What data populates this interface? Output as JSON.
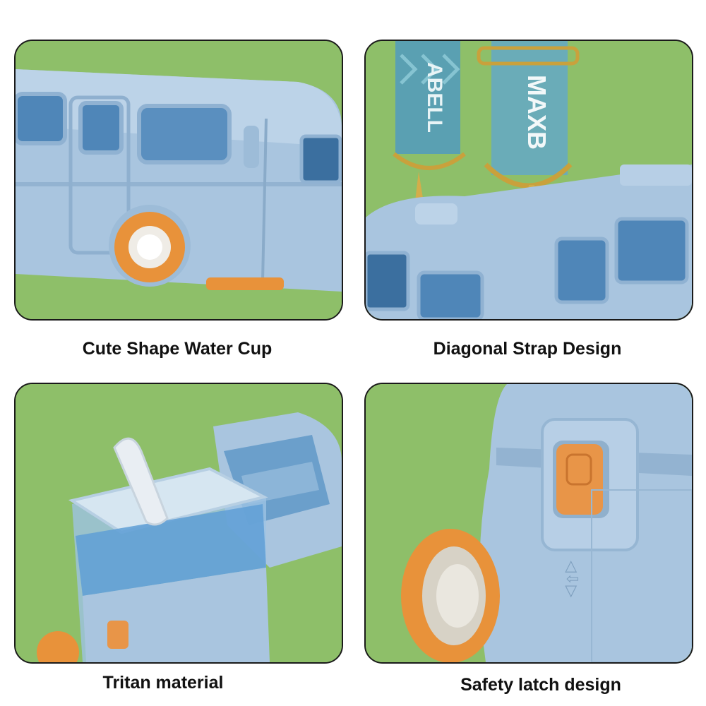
{
  "captions": [
    "Cute Shape Water Cup",
    "Diagonal Strap Design",
    "Tritan material",
    "Safety latch design"
  ],
  "strap_texts": {
    "left": "ABELL",
    "right": "MAXB"
  },
  "colors": {
    "background": "#8fbf6a",
    "bus_body": "#a8c4de",
    "window": "#4f86b8",
    "wheel": "#e8923a",
    "latch": "#e89548",
    "strap": "#5aa0b2"
  }
}
